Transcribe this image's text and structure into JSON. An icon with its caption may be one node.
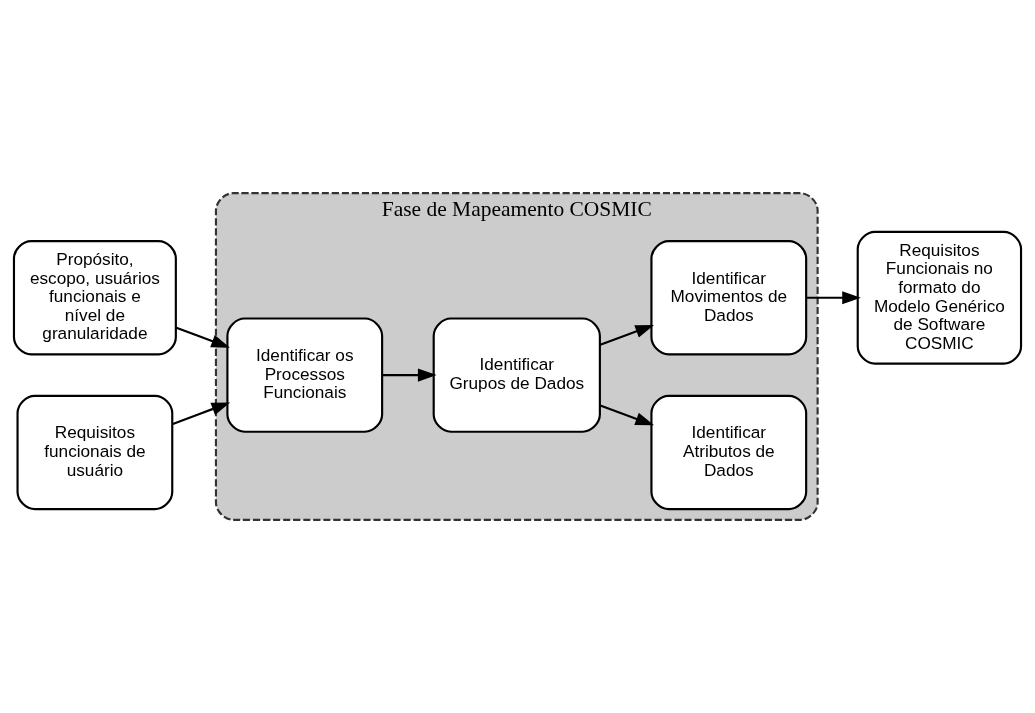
{
  "diagram": {
    "nodes": [
      {
        "text": [
          "Fase de Mapeamento COSMIC"
        ]
      },
      {
        "text": [
          "Propósito, escopo, usuários funcionais e nível de granularidade"
        ]
      },
      {
        "text": [
          "Requisitos funcionais de usuário"
        ]
      },
      {
        "text": [
          "Identificar os Processos Funcionais"
        ],
        "in": 0
      },
      {
        "text": [
          "Identificar Grupos de Dados"
        ],
        "in": 0
      },
      {
        "text": [
          "Identificar Atributos de Dados"
        ],
        "in": 0
      },
      {
        "text": [
          "Identificar Movimentos de Dados"
        ],
        "in": 0
      },
      {
        "text": [
          "Requisitos Funcionais no formato do Modelo Genérico de Software COSMIC"
        ]
      }
    ],
    "edges": [
      {
        "from": 1,
        "to": 3,
        "arrow": "to"
      },
      {
        "from": 2,
        "to": 3,
        "arrow": "to"
      },
      {
        "from": 3,
        "to": 4,
        "arrow": "to"
      },
      {
        "from": 4,
        "to": 5,
        "arrow": "to"
      },
      {
        "from": 4,
        "to": 6,
        "arrow": "to"
      },
      {
        "from": 6,
        "to": 7,
        "arrow": "to"
      }
    ]
  }
}
